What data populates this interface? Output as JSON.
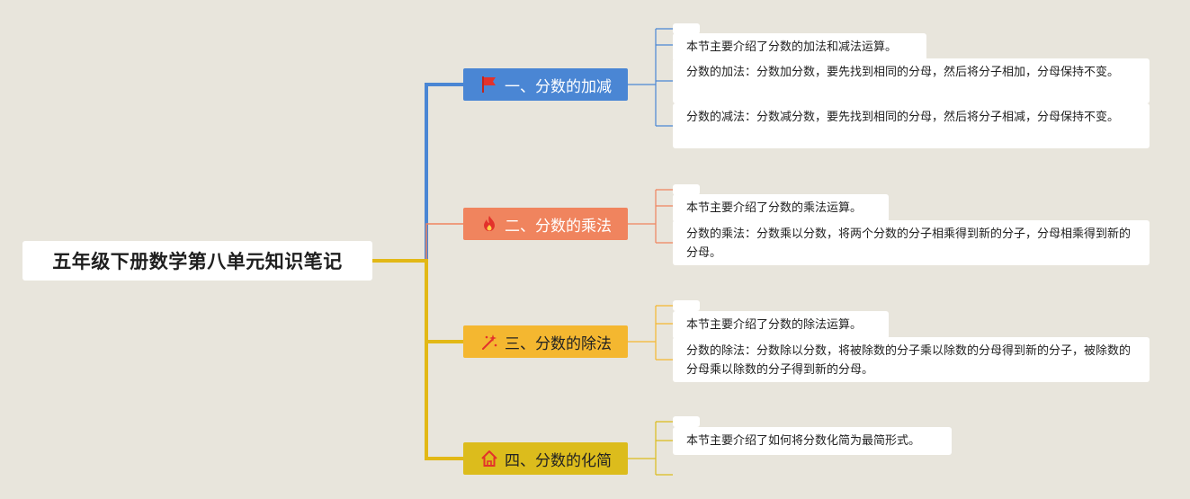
{
  "root": {
    "title": "五年级下册数学第八单元知识笔记"
  },
  "colors": {
    "trunk": "#e2b816",
    "branch1": "#4a86d4",
    "branch2": "#f0845e",
    "branch3": "#f4b730",
    "branch4": "#dcbc1c"
  },
  "branches": [
    {
      "label": "一、分数的加减",
      "icon": "red-flag-icon",
      "notes": [
        "本节主要介绍了分数的加法和减法运算。",
        "分数的加法：分数加分数，要先找到相同的分母，然后将分子相加，分母保持不变。",
        "分数的减法：分数减分数，要先找到相同的分母，然后将分子相减，分母保持不变。"
      ]
    },
    {
      "label": "二、分数的乘法",
      "icon": "fire-icon",
      "notes": [
        "本节主要介绍了分数的乘法运算。",
        "分数的乘法：分数乘以分数，将两个分数的分子相乘得到新的分子，分母相乘得到新的分母。"
      ]
    },
    {
      "label": "三、分数的除法",
      "icon": "sparkle-icon",
      "notes": [
        "本节主要介绍了分数的除法运算。",
        "分数的除法：分数除以分数，将被除数的分子乘以除数的分母得到新的分子，被除数的分母乘以除数的分子得到新的分母。"
      ]
    },
    {
      "label": "四、分数的化简",
      "icon": "house-icon",
      "notes": [
        "本节主要介绍了如何将分数化简为最简形式。"
      ]
    }
  ]
}
